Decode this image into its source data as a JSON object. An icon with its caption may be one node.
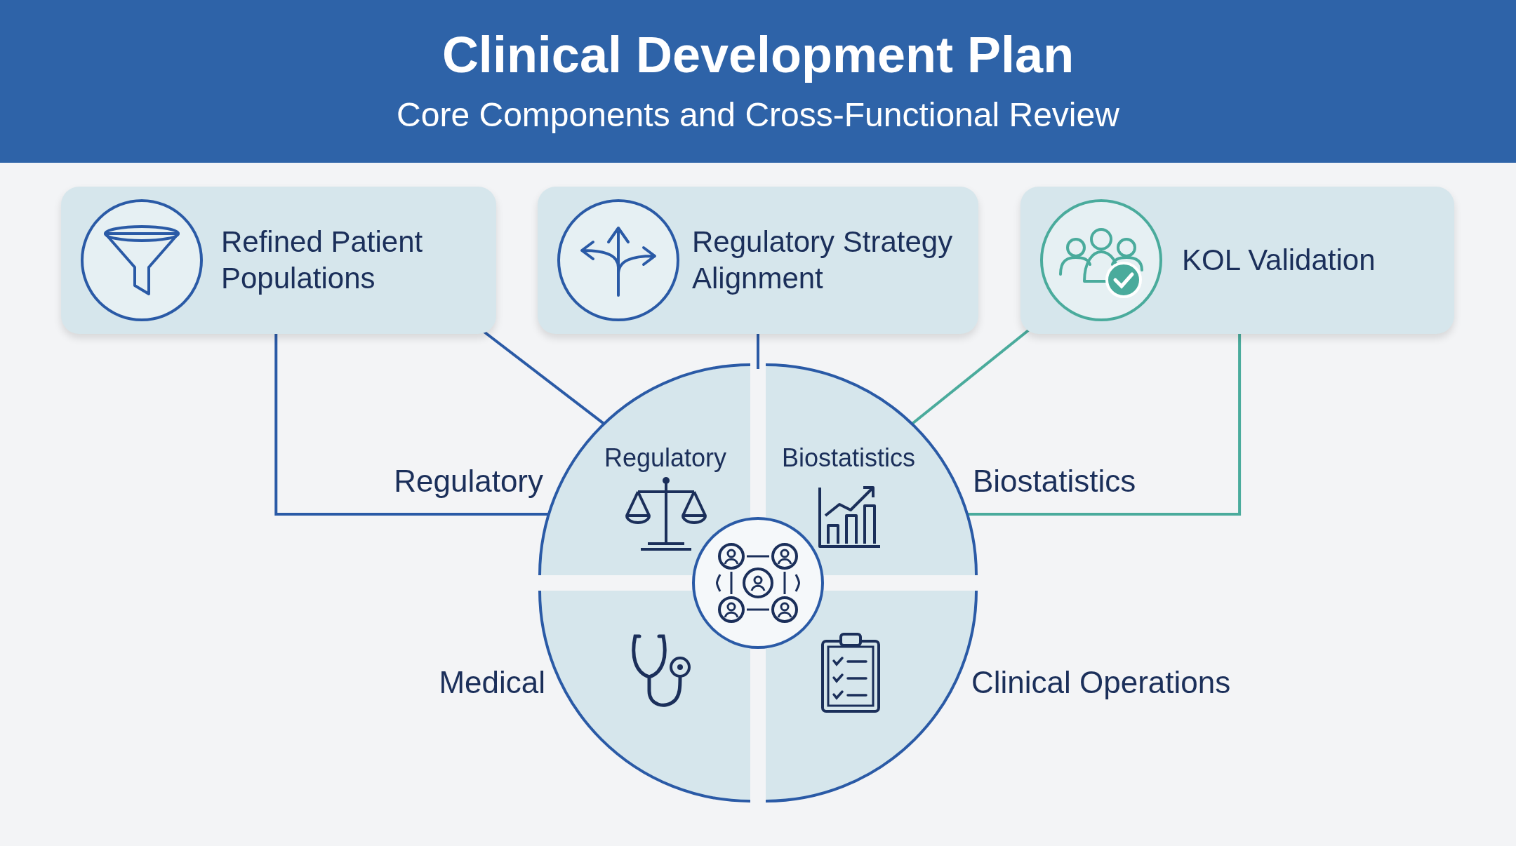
{
  "diagram": {
    "title": "Clinical Development Plan",
    "caption": "Core Components and Cross-Functional Review",
    "nodes": [
      {
        "text": [
          "Refined Patient Populations"
        ]
      },
      {
        "text": [
          "Regulatory Strategy Alignment"
        ]
      },
      {
        "text": [
          "KOL Validation"
        ]
      },
      {
        "text": [
          "Regulatory"
        ]
      },
      {
        "text": [
          "Biostatistics"
        ]
      },
      {
        "text": [],
        "shape": "sector",
        "beside": [
          "Medical"
        ]
      },
      {
        "text": [],
        "shape": "sector",
        "beside": [
          "Clinical Operations"
        ]
      }
    ],
    "edges": [
      {
        "from": 0,
        "to": 3,
        "arrow": "none",
        "label": "Regulatory"
      },
      {
        "from": 0,
        "to": 3,
        "arrow": "none"
      },
      {
        "from": 1,
        "to": 3,
        "arrow": "none"
      },
      {
        "from": 2,
        "to": 4,
        "arrow": "none",
        "color": "#4aab9c"
      },
      {
        "from": 2,
        "to": 4,
        "arrow": "none",
        "color": "#4aab9c",
        "label": "Biostatistics"
      }
    ]
  }
}
